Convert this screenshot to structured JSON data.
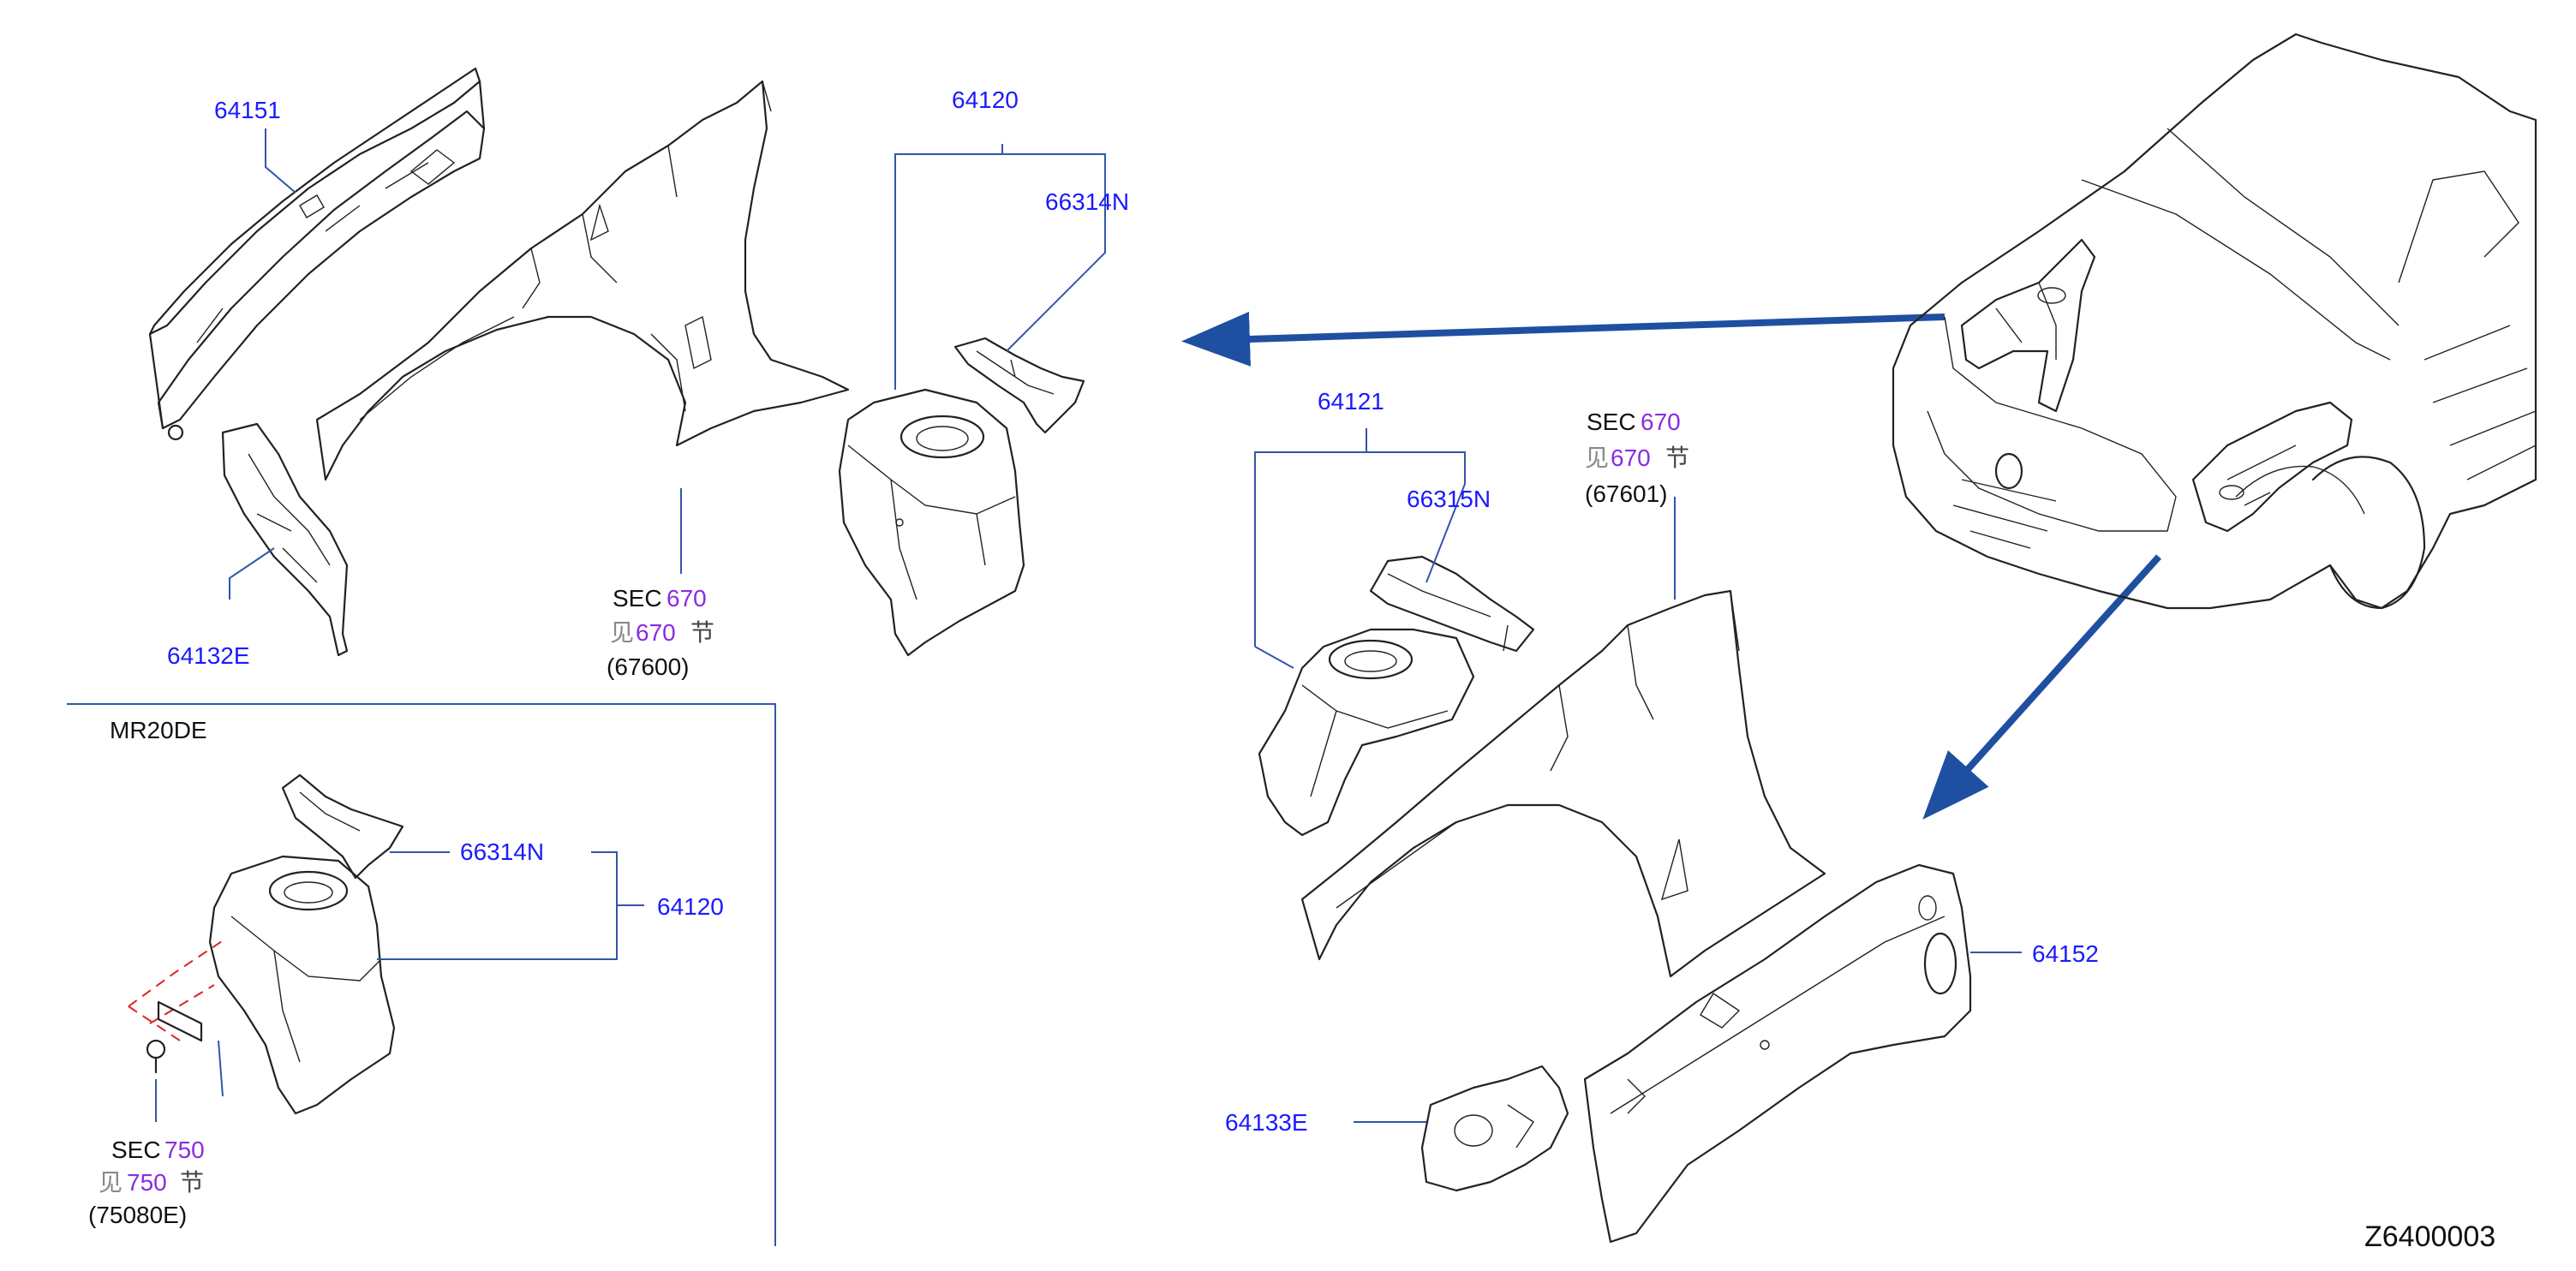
{
  "diagram_id": "Z6400003",
  "engine_variant": "MR20DE",
  "parts": {
    "p64151": "64151",
    "p64120": "64120",
    "p66314n": "66314N",
    "p64132e": "64132E",
    "p64121": "64121",
    "p66315n": "66315N",
    "p64152": "64152",
    "p64133e": "64133E",
    "p66314n_b": "66314N",
    "p64120_b": "64120"
  },
  "refs": {
    "r1": {
      "sec": "SEC",
      "num": "670",
      "see": "见",
      "jie": "节",
      "code": "(67600)"
    },
    "r2": {
      "sec": "SEC",
      "num": "670",
      "see": "见",
      "jie": "节",
      "code": "(67601)"
    },
    "r3": {
      "sec": "SEC",
      "num": "750",
      "see": "见",
      "jie": "节",
      "code": "(75080E)"
    }
  },
  "colors": {
    "part_label": "#1a1aff",
    "ref_number": "#8a2be2",
    "arrow": "#1f4fa0",
    "leader": "#3355aa",
    "hidden_line": "#e02020"
  }
}
